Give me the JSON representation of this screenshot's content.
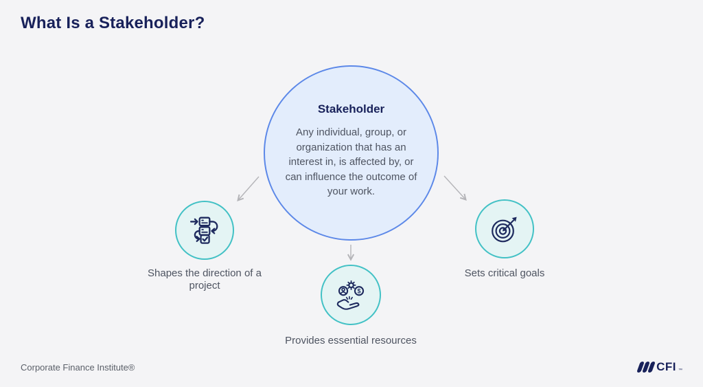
{
  "title": "What Is a Stakeholder?",
  "center": {
    "heading": "Stakeholder",
    "body": "Any individual, group, or organization that has an interest in, is affected by, or can influence the outcome of your work."
  },
  "items": [
    {
      "icon": "workflow-icon",
      "label": "Shapes the direction of a project"
    },
    {
      "icon": "hand-resources-icon",
      "label": "Provides essential resources"
    },
    {
      "icon": "target-icon",
      "label": "Sets critical goals"
    }
  ],
  "icons": {
    "dollar_glyph": "$"
  },
  "footer": {
    "attribution": "Corporate Finance Institute®",
    "logo_text": "CFI",
    "logo_trademark": "™"
  },
  "colors": {
    "background": "#f4f4f6",
    "title_navy": "#18215a",
    "icon_navy": "#1e2a5e",
    "center_fill": "#e3edfc",
    "center_border": "#5c88e8",
    "node_fill": "#e4f4f4",
    "node_border": "#42c1c5",
    "text_gray": "#4e5461",
    "arrow_gray": "#b4b4b8"
  }
}
